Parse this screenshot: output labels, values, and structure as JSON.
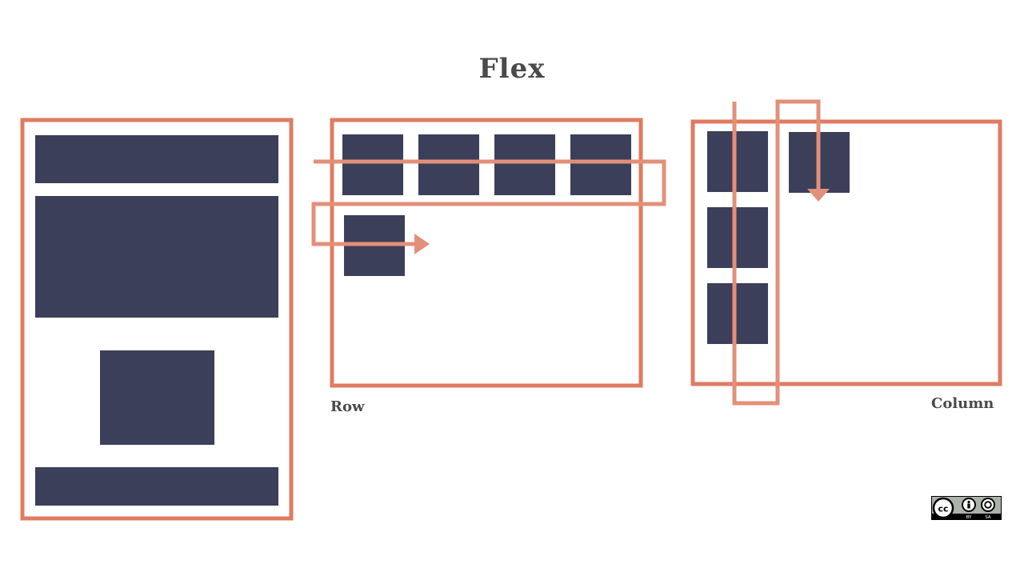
{
  "title": "Flex",
  "labels": {
    "row": "Row",
    "column": "Column"
  },
  "license": {
    "icon": "cc-by-sa-icon",
    "by_text": "BY",
    "sa_text": "SA"
  },
  "colors": {
    "outline": "#e07b62",
    "block": "#3c3f59",
    "text": "#4a4a4a"
  }
}
